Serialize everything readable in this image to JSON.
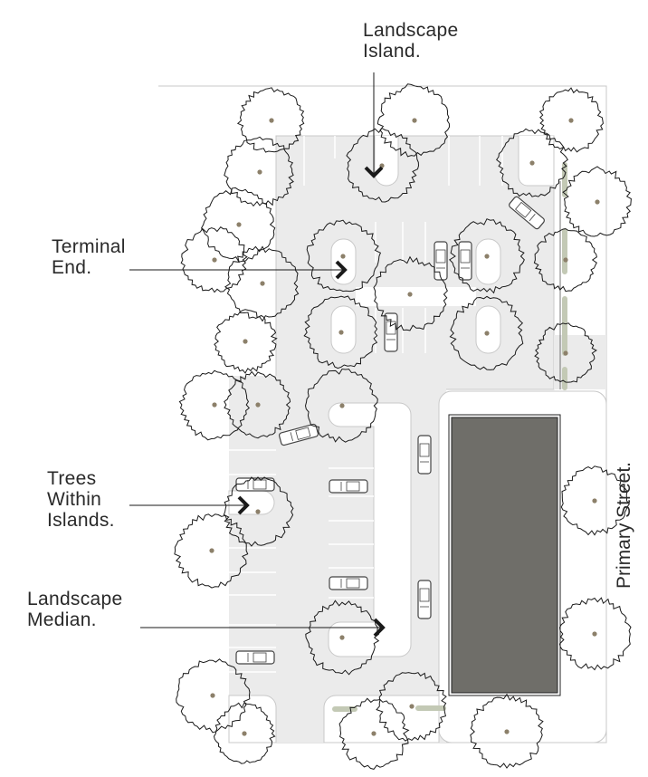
{
  "labels": {
    "landscape_island": [
      "Landscape",
      "Island."
    ],
    "terminal_end": [
      "Terminal",
      "End."
    ],
    "trees_within_islands": [
      "Trees",
      "Within",
      "Islands."
    ],
    "landscape_median": [
      "Landscape",
      "Median."
    ],
    "primary_street": "Primary Street."
  },
  "colors": {
    "pavement": "#ebebeb",
    "building": "#6f6e69",
    "hedge": "#c3c9b5",
    "tree_trunk": "#8c806a",
    "outline": "#1a1a1a"
  }
}
